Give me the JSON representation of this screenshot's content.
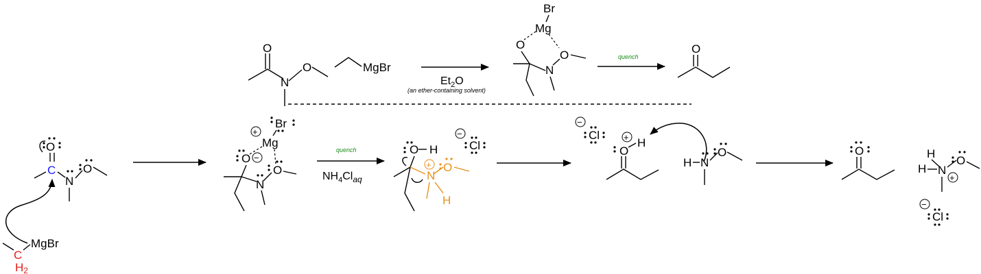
{
  "atoms": {
    "O": "O",
    "N": "N",
    "C": "C",
    "H": "H",
    "MgBr": "MgBr",
    "Mg": "Mg",
    "Br": "Br",
    "Cl": "Cl",
    "H2": "H",
    "sub2": "2"
  },
  "top_scheme": {
    "solvent_main": "Et",
    "solvent_sub": "2",
    "solvent_tail": "O",
    "solvent_note": "(an ether-containing solvent)",
    "step2_label": "quench"
  },
  "bottom_scheme": {
    "quench_label": "quench",
    "reagent_main": "NH",
    "reagent_sub1": "4",
    "reagent_tail": "Cl",
    "reagent_sub2": "aq"
  },
  "charges": {
    "plus": "+",
    "minus": "−"
  },
  "colors": {
    "carbonyl_carbon": "#1a1aff",
    "nucleophile_carbon": "#e0201c",
    "protonated_amine": "#e8901c",
    "quench_label": "#1a8a1a"
  }
}
